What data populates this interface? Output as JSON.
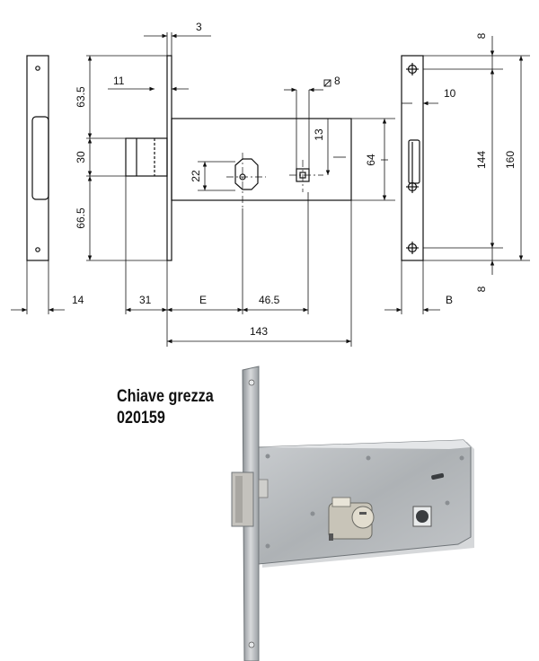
{
  "drawing": {
    "dimensions": {
      "faceplate_thickness": "3",
      "backset_offset": "11",
      "top_to_latch": "63.5",
      "latch_height": "30",
      "latch_to_bottom": "66.5",
      "follower_square": "8",
      "follower_offset": "13",
      "cylinder_height": "22",
      "case_height": "64",
      "strike_top": "8",
      "strike_bottom": "8",
      "strike_width": "10",
      "screw_spacing": "144",
      "strike_length": "160",
      "faceplate_width": "14",
      "latch_projection": "31",
      "backset_label": "E",
      "center_distance": "46.5",
      "strike_depth_label": "B",
      "case_depth": "143"
    }
  },
  "caption": {
    "line1": "Chiave grezza",
    "line2": "020159"
  },
  "colors": {
    "line": "#111111",
    "steel": "#b9bcbf",
    "steel_dark": "#7d8286"
  }
}
